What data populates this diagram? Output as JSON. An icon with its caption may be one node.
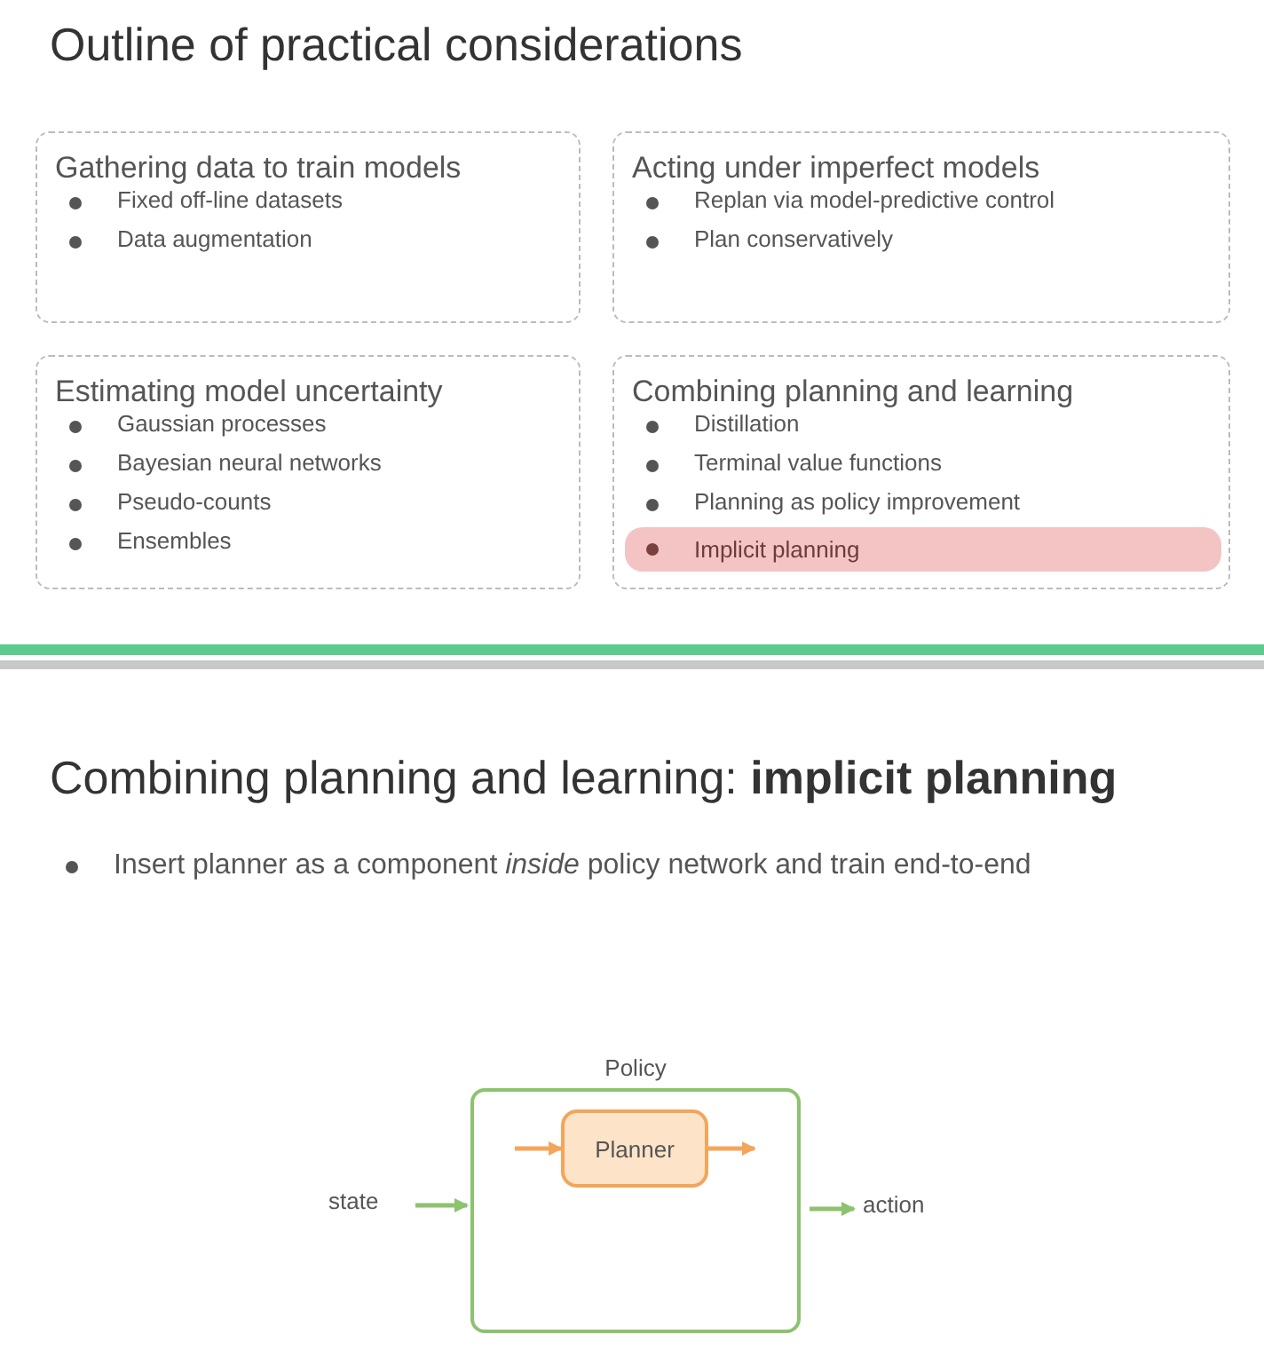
{
  "diagram": {
    "title": "Outline of practical considerations",
    "nodes": [
      {
        "text": [
          "Gathering data to train models",
          "Fixed off-line datasets",
          "Data augmentation"
        ]
      },
      {
        "text": [
          "Acting under imperfect models",
          "Replan via model-predictive control",
          "Plan conservatively"
        ]
      },
      {
        "text": [
          "Estimating model uncertainty",
          "Gaussian processes",
          "Bayesian neural networks",
          "Pseudo-counts",
          "Ensembles"
        ]
      },
      {
        "text": [
          "Combining planning and learning",
          "Distillation",
          "Terminal value functions",
          "Planning as policy improvement"
        ]
      },
      {
        "text": [
          "Implicit planning"
        ],
        "in": 3
      },
      {
        "text": [
          "Policy"
        ]
      },
      {
        "text": [
          "Planner"
        ],
        "in": 5
      },
      {
        "text": [
          "state"
        ]
      },
      {
        "text": [
          "action"
        ]
      }
    ],
    "edges": [
      {
        "from": 7,
        "to": 5,
        "arrow": "to"
      },
      {
        "from": 5,
        "to": 8,
        "arrow": "to"
      },
      {
        "from": null,
        "to": 6,
        "arrow": "to",
        "color": "#f2a65a"
      },
      {
        "from": 6,
        "to": null,
        "arrow": "to",
        "color": "#f2a65a"
      }
    ],
    "labels": [
      "Combining planning and learning: **implicit planning**",
      "Insert planner as a component *inside* policy network and train end-to-end"
    ]
  }
}
